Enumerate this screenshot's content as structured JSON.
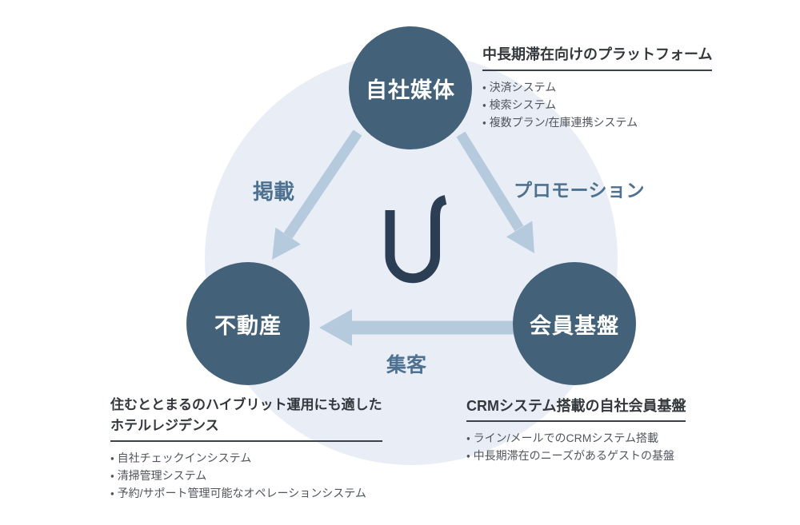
{
  "colors": {
    "node": "#44617a",
    "halo": "#e9eef6",
    "arrow": "#b6cadd",
    "edge_label": "#4e7191",
    "logo": "#2c3e53",
    "heading": "#33383d",
    "body_text": "#50565c",
    "underline": "#3b4148"
  },
  "diagram": {
    "center_logo": "U",
    "nodes": {
      "media": {
        "label": "自社媒体"
      },
      "realestate": {
        "label": "不動産"
      },
      "members": {
        "label": "会員基盤"
      }
    },
    "edges": {
      "media_to_realestate": {
        "label": "掲載"
      },
      "media_to_members": {
        "label": "プロモーション"
      },
      "members_to_realestate": {
        "label": "集客"
      }
    }
  },
  "annotations": {
    "platform": {
      "title": "中長期滞在向けのプラットフォーム",
      "bullets": [
        "・ 決済システム",
        "・ 検索システム",
        "・ 複数プラン/在庫連携システム"
      ]
    },
    "residence": {
      "title_line1": "住むととまるのハイブリット運用にも適した",
      "title_line2": "ホテルレジデンス",
      "bullets": [
        "・ 自社チェックインシステム",
        "・ 清掃管理システム",
        "・ 予約/サポート管理可能なオペレーションシステム"
      ]
    },
    "crm": {
      "title": "CRMシステム搭載の自社会員基盤",
      "bullets": [
        "・ ライン/メールでのCRMシステム搭載",
        "・ 中長期滞在のニーズがあるゲストの基盤"
      ]
    }
  }
}
